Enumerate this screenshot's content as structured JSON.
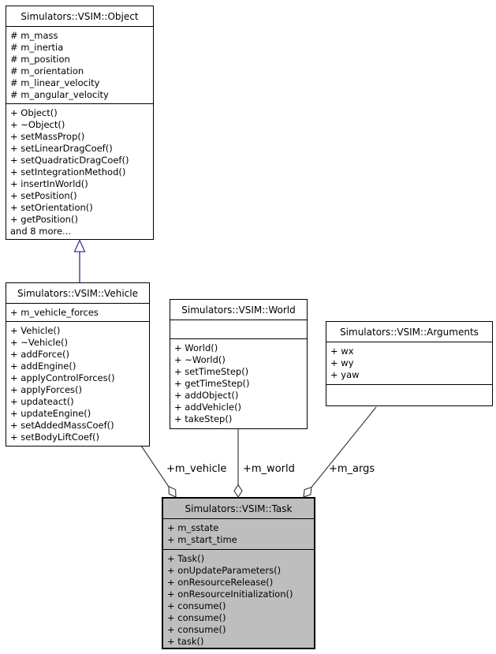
{
  "colors": {
    "background": "#ffffff",
    "box_border": "#000000",
    "box_fill": "#ffffff",
    "selected_node_fill": "#bebebe",
    "aggregation_edge": "#404040",
    "inheritance_edge": "#3b3b9b",
    "text": "#000000"
  },
  "classes": {
    "object": {
      "title": "Simulators::VSIM::Object",
      "attributes": [
        "# m_mass",
        "# m_inertia",
        "# m_position",
        "# m_orientation",
        "# m_linear_velocity",
        "# m_angular_velocity"
      ],
      "methods": [
        "+ Object()",
        "+ ~Object()",
        "+ setMassProp()",
        "+ setLinearDragCoef()",
        "+ setQuadraticDragCoef()",
        "+ setIntegrationMethod()",
        "+ insertInWorld()",
        "+ setPosition()",
        "+ setOrientation()",
        "+ getPosition()",
        "and 8 more..."
      ]
    },
    "vehicle": {
      "title": "Simulators::VSIM::Vehicle",
      "attributes": [
        "+ m_vehicle_forces"
      ],
      "methods": [
        "+ Vehicle()",
        "+ ~Vehicle()",
        "+ addForce()",
        "+ addEngine()",
        "+ applyControlForces()",
        "+ applyForces()",
        "+ updateact()",
        "+ updateEngine()",
        "+ setAddedMassCoef()",
        "+ setBodyLiftCoef()"
      ]
    },
    "world": {
      "title": "Simulators::VSIM::World",
      "attributes": [],
      "methods": [
        "+ World()",
        "+ ~World()",
        "+ setTimeStep()",
        "+ getTimeStep()",
        "+ addObject()",
        "+ addVehicle()",
        "+ takeStep()"
      ]
    },
    "arguments": {
      "title": "Simulators::VSIM::Arguments",
      "attributes": [
        "+ wx",
        "+ wy",
        "+ yaw"
      ],
      "methods": []
    },
    "task": {
      "title": "Simulators::VSIM::Task",
      "attributes": [
        "+ m_sstate",
        "+ m_start_time"
      ],
      "methods": [
        "+ Task()",
        "+ onUpdateParameters()",
        "+ onResourceRelease()",
        "+ onResourceInitialization()",
        "+ consume()",
        "+ consume()",
        "+ consume()",
        "+ task()"
      ]
    }
  },
  "edges": {
    "vehicle": {
      "label": "+m_vehicle"
    },
    "world": {
      "label": "+m_world"
    },
    "args": {
      "label": "+m_args"
    }
  }
}
